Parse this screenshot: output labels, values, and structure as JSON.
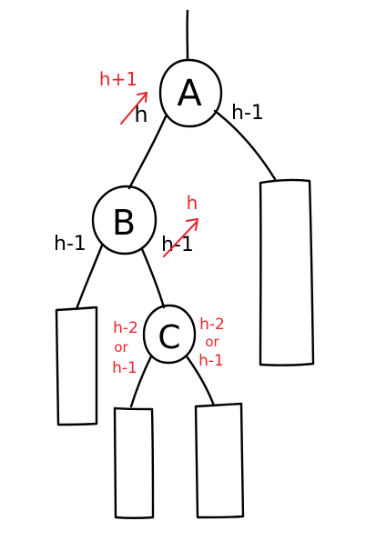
{
  "colors": {
    "ink": "#000000",
    "annotation": "#e8232b",
    "background": "#ffffff"
  },
  "nodes": {
    "a": {
      "label": "A"
    },
    "b": {
      "label": "B"
    },
    "c": {
      "label": "C"
    }
  },
  "edge_labels": {
    "a_left_old": "h",
    "a_left_new": "h+1",
    "a_right": "h-1",
    "b_left": "h-1",
    "b_right_old": "h-1",
    "b_right_new": "h"
  },
  "c_labels": {
    "left": {
      "line1": "h-2",
      "line2": "or",
      "line3": "h-1"
    },
    "right": {
      "line1": "h-2",
      "line2": "or",
      "line3": "h-1"
    }
  }
}
